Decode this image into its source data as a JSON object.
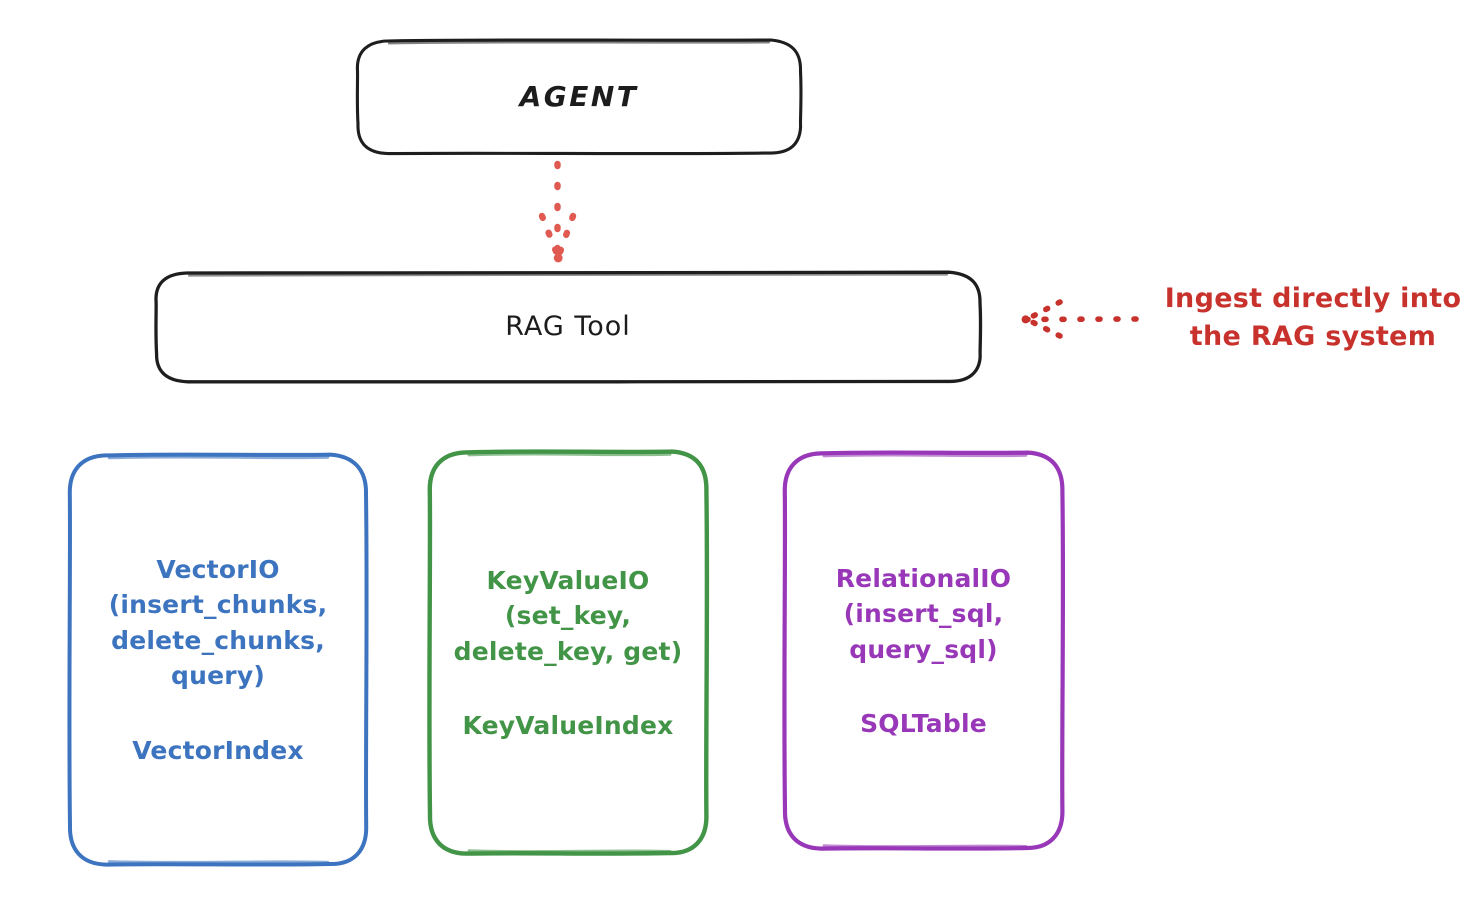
{
  "diagram": {
    "title": "RAG Tool storage abstraction diagram",
    "background": "#ffffff",
    "style": "hand-drawn / excalidraw"
  },
  "nodes": {
    "agent": {
      "label": "AGENT",
      "stroke": "#1e1e1e",
      "text_color": "#1c1c1c",
      "shape": "rounded-rectangle"
    },
    "rag_tool": {
      "label": "RAG Tool",
      "stroke": "#1e1e1e",
      "text_color": "#1c1c1c",
      "shape": "rounded-rectangle"
    },
    "vector_io": {
      "title": "VectorIO\n(insert_chunks,\ndelete_chunks,\nquery)",
      "index": "VectorIndex",
      "stroke": "#3d74bf",
      "text_color": "#3d74bf",
      "shape": "rounded-rectangle"
    },
    "key_value_io": {
      "title": "KeyValueIO\n(set_key,\ndelete_key, get)",
      "index": "KeyValueIndex",
      "stroke": "#429447",
      "text_color": "#429447",
      "shape": "rounded-rectangle"
    },
    "relational_io": {
      "title": "RelationalIO\n(insert_sql,\nquery_sql)",
      "index": "SQLTable",
      "stroke": "#9838b8",
      "text_color": "#9838b8",
      "shape": "rounded-rectangle"
    }
  },
  "connectors": {
    "agent_to_rag": {
      "name": "agent-to-rag-tool-arrow",
      "style": "dotted",
      "direction": "down",
      "color": "#e05a52"
    },
    "ingest_arrow": {
      "name": "ingest-arrow",
      "style": "dotted",
      "direction": "left",
      "color": "#c8322c"
    }
  },
  "annotations": {
    "ingest": {
      "text": "Ingest directly into\nthe RAG system",
      "color": "#c8322c"
    }
  }
}
